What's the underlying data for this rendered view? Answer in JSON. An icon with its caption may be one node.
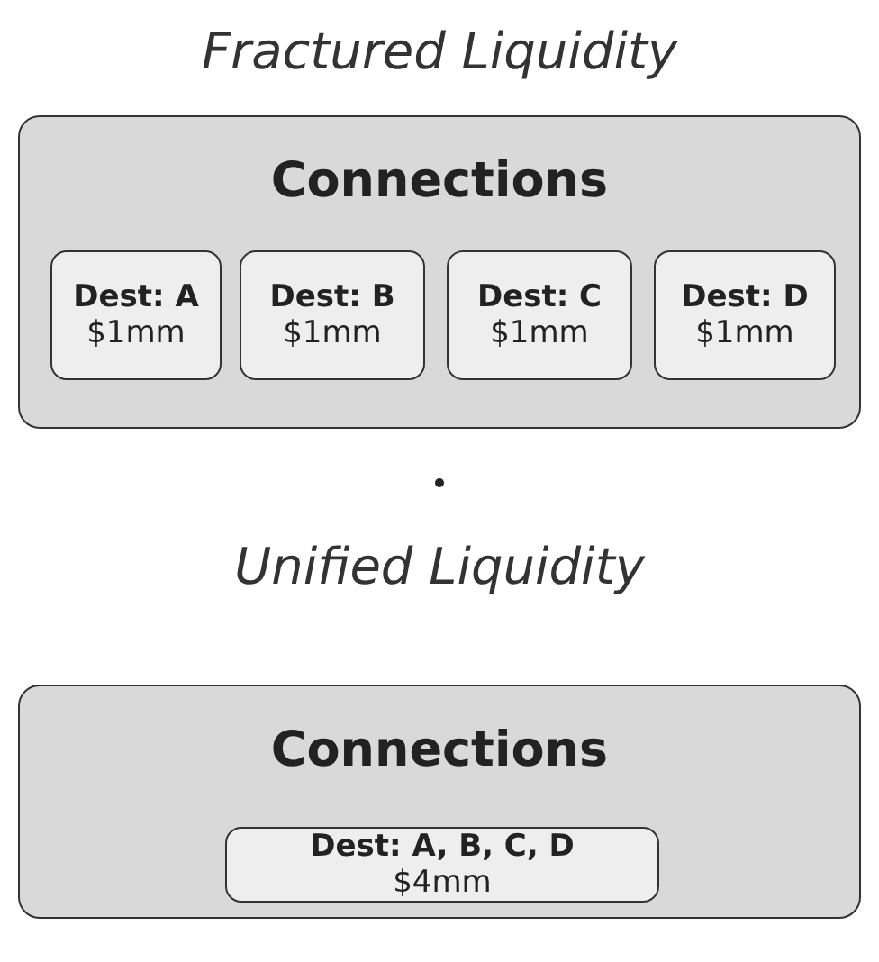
{
  "diagram": {
    "nodes": [
      {
        "text": [
          "Connections"
        ]
      },
      {
        "text": [
          "Dest: A",
          "$1mm"
        ],
        "in": 0
      },
      {
        "text": [
          "Dest: B",
          "$1mm"
        ],
        "in": 0
      },
      {
        "text": [
          "Dest: C",
          "$1mm"
        ],
        "in": 0
      },
      {
        "text": [
          "Dest: D",
          "$1mm"
        ],
        "in": 0
      },
      {
        "text": [
          "Connections"
        ]
      },
      {
        "text": [
          "Dest: A, B, C, D",
          "$4mm"
        ],
        "in": 5
      }
    ],
    "labels": [
      "Fractured Liquidity",
      "Unified Liquidity"
    ]
  }
}
